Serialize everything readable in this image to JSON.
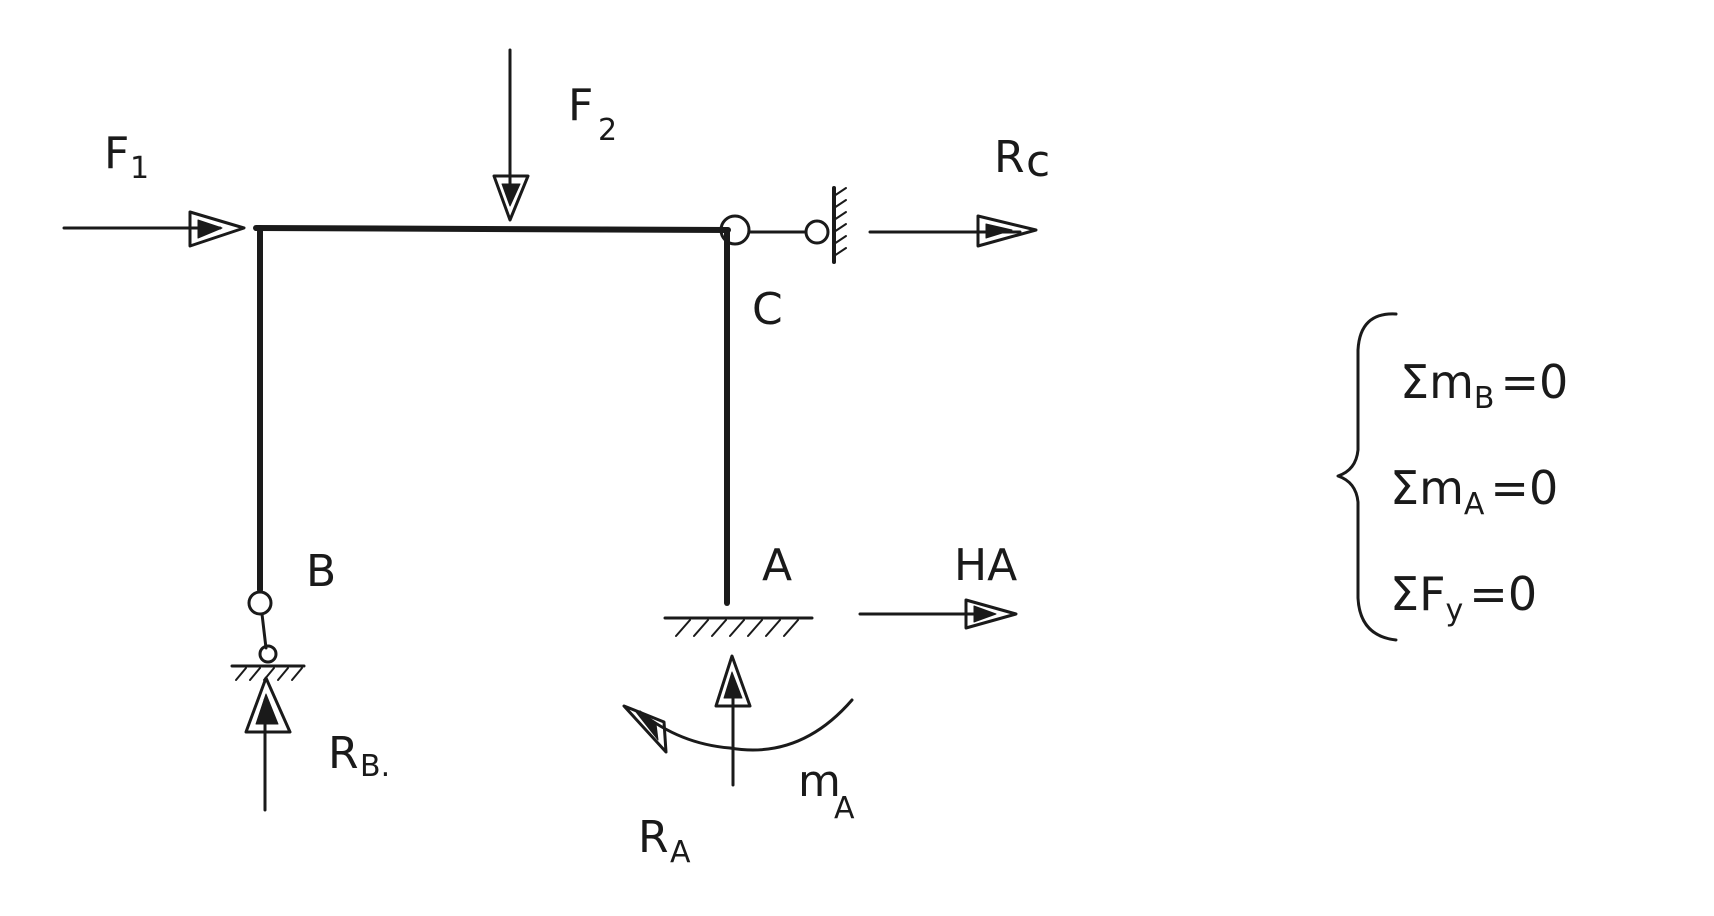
{
  "labels": {
    "F1": "F",
    "F1_sub": "1",
    "F2": "F",
    "F2_sub": "2",
    "Rc": "R",
    "Rc_sub": "c",
    "C": "C",
    "B": "B",
    "A": "A",
    "HA": "HA",
    "RB": "R",
    "RB_sub": "B.",
    "RA": "R",
    "RA_sub": "A",
    "MA": "m",
    "MA_sub": "A"
  },
  "equations": [
    {
      "lhs": "Σm",
      "sub": "B",
      "rhs": "=0"
    },
    {
      "lhs": "Σm",
      "sub": "A",
      "rhs": "=0"
    },
    {
      "lhs": "ΣF",
      "sub": "y",
      "rhs": "=0"
    }
  ]
}
